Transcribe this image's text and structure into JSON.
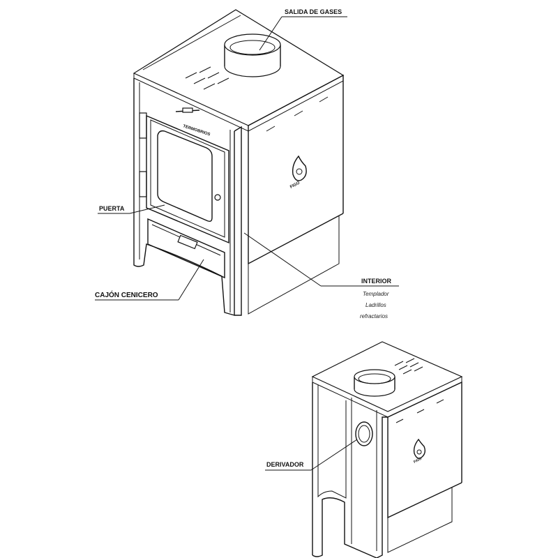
{
  "labels": {
    "salida_de_gases": "SALIDA DE GASES",
    "puerta": "PUERTA",
    "cajon_cenicero": "CAJÓN CENICERO",
    "interior": "INTERIOR",
    "interior_items": [
      "Templador",
      "Ladrillos",
      "refractarios"
    ],
    "derivador": "DERIVADOR"
  },
  "brand_marks": {
    "door_plate": "TERMOBRIOS",
    "logo_top": "FIGO",
    "logo_bottom": "FIGO"
  },
  "colors": {
    "line": "#111111",
    "background": "#ffffff"
  }
}
